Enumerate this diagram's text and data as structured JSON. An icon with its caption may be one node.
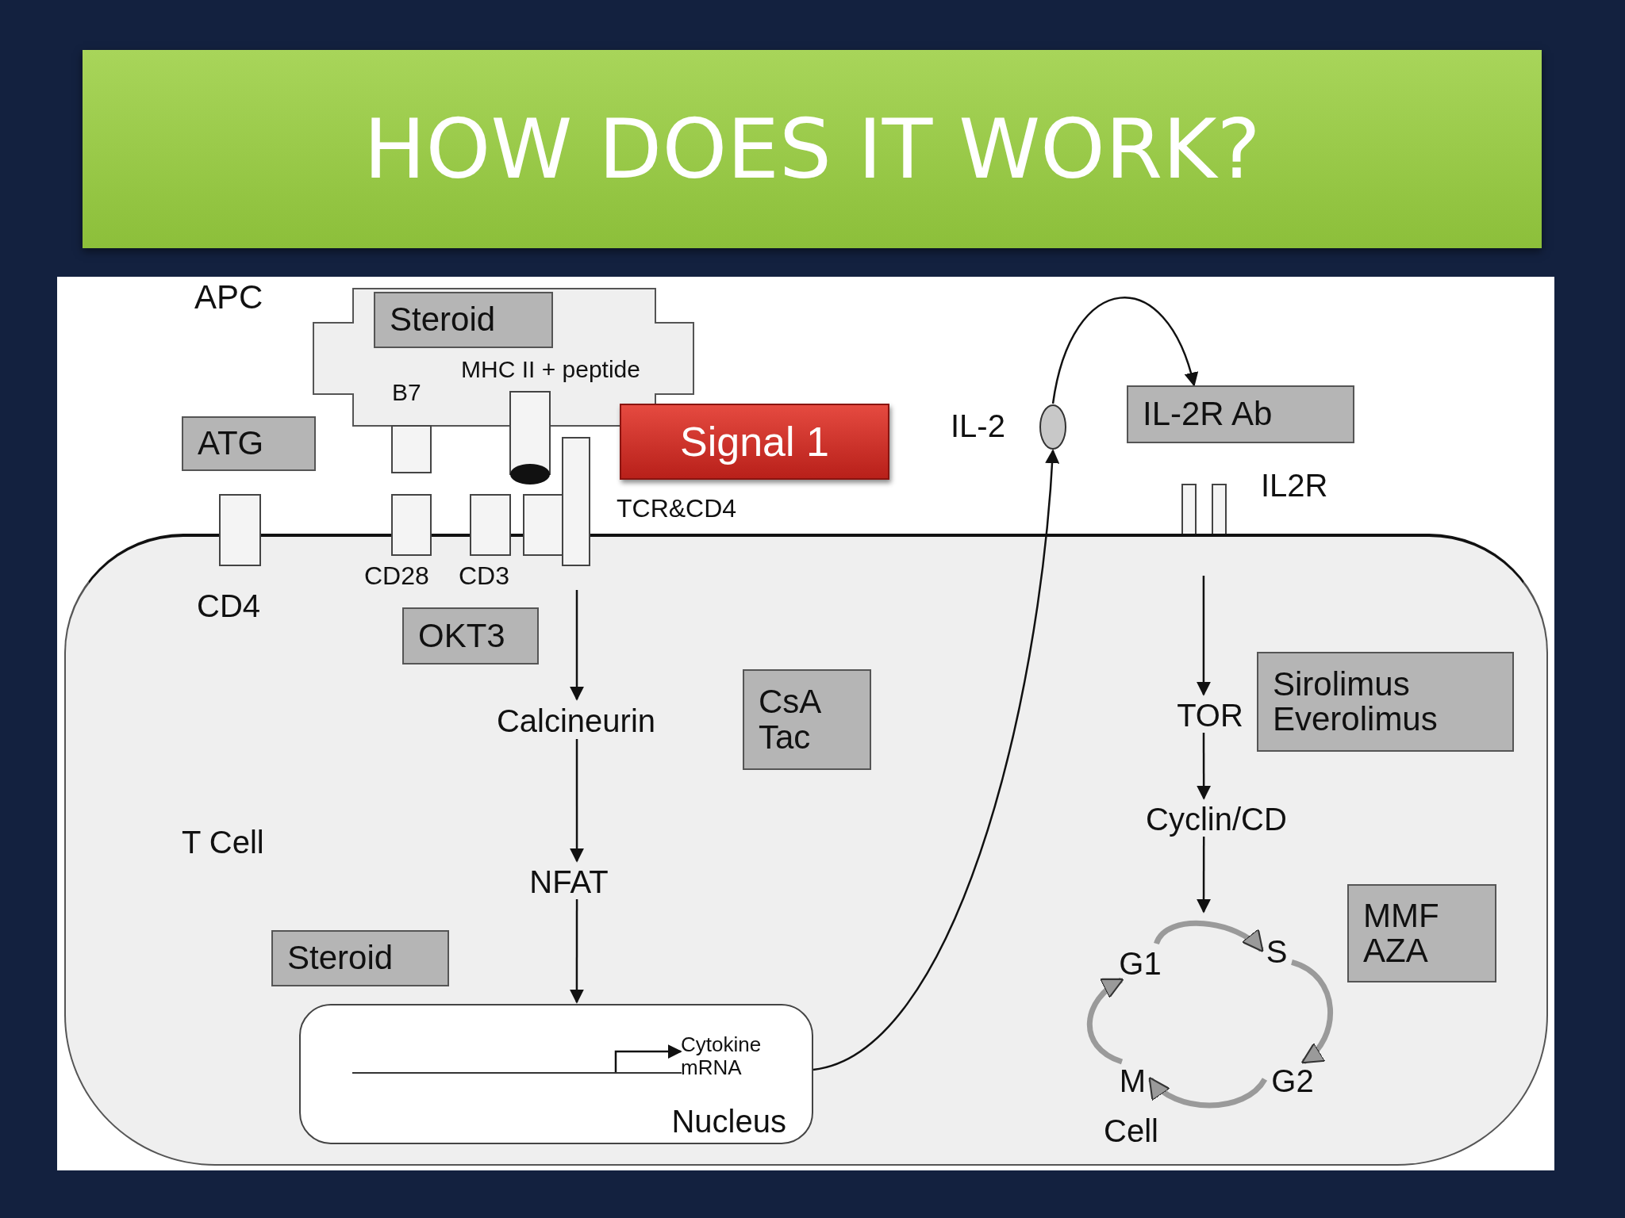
{
  "diagram": {
    "title": "HOW DOES IT WORK?",
    "nodes": [
      {
        "text": [],
        "shape": "box"
      },
      {
        "text": [
          "Steroid"
        ],
        "in": 0
      },
      {
        "text": [
          "ATG"
        ]
      },
      {
        "text": [
          "Signal 1"
        ]
      },
      {
        "text": [],
        "shape": "ellipse",
        "beside": [
          "IL-2"
        ]
      },
      {
        "text": [
          "IL-2R Ab"
        ]
      },
      {
        "text": [],
        "shape": "bar",
        "beside": [
          "IL2R"
        ]
      },
      {
        "text": [
          "T Cell"
        ]
      },
      {
        "text": [
          "OKT3"
        ],
        "in": 7
      },
      {
        "text": [
          "Calcineurin"
        ],
        "in": 7
      },
      {
        "text": [
          "CsA Tac"
        ],
        "in": 7
      },
      {
        "text": [
          "TOR"
        ],
        "in": 7
      },
      {
        "text": [
          "Sirolimus Everolimus"
        ],
        "in": 7
      },
      {
        "text": [
          "Cyclin/CD"
        ],
        "in": 7
      },
      {
        "text": [
          "NFAT"
        ],
        "in": 7
      },
      {
        "text": [
          "MMF AZA"
        ],
        "in": 7
      },
      {
        "text": [
          "Steroid"
        ],
        "in": 7
      },
      {
        "text": [
          "G1"
        ],
        "in": 7
      },
      {
        "text": [
          "S"
        ],
        "in": 7
      },
      {
        "text": [
          "Nucleus"
        ],
        "in": 7
      },
      {
        "text": [
          "Cytokine mRNA"
        ],
        "in": 19
      },
      {
        "text": [
          "M"
        ],
        "in": 7
      },
      {
        "text": [
          "G2"
        ],
        "in": 7
      }
    ],
    "edges": [
      {
        "from": null,
        "to": 9,
        "arrow": "to"
      },
      {
        "from": 9,
        "to": 14,
        "arrow": "to"
      },
      {
        "from": 14,
        "to": 19,
        "arrow": "to"
      },
      {
        "from": 19,
        "to": 4,
        "arrow": "to"
      },
      {
        "from": 4,
        "to": 5,
        "arrow": "to"
      },
      {
        "from": 6,
        "to": 11,
        "arrow": "to"
      },
      {
        "from": 11,
        "to": 13,
        "arrow": "to"
      },
      {
        "from": 13,
        "to": null,
        "arrow": "to"
      },
      {
        "from": 17,
        "to": 18,
        "arrow": "to",
        "style": "thick",
        "color": "#9a9a9a"
      },
      {
        "from": 18,
        "to": 22,
        "arrow": "to",
        "style": "thick",
        "color": "#9a9a9a"
      },
      {
        "from": 22,
        "to": 21,
        "arrow": "to",
        "style": "thick",
        "color": "#9a9a9a"
      },
      {
        "from": 21,
        "to": 17,
        "arrow": "to",
        "style": "thick",
        "color": "#9a9a9a"
      },
      {
        "from": null,
        "to": 20,
        "arrow": "to"
      }
    ],
    "labels": [
      "APC",
      "MHC II + peptide",
      "B7",
      "TCR&CD4",
      "CD28",
      "CD3",
      "CD4",
      "Cell"
    ]
  }
}
